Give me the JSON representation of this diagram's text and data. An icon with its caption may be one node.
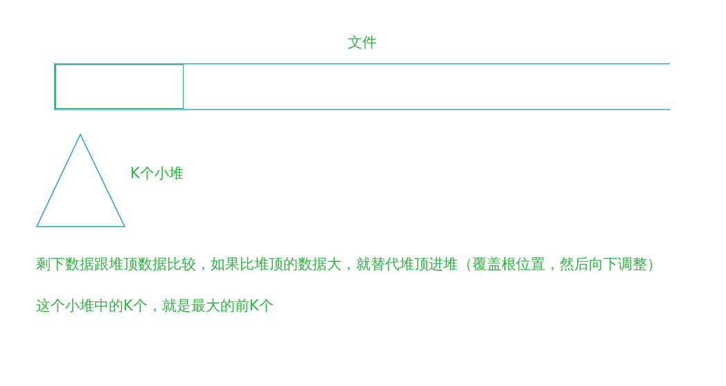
{
  "diagram": {
    "nodes": [
      {
        "text": [
          "文件"
        ]
      },
      {
        "text": [],
        "shape": "box",
        "in": 0
      },
      {
        "text": [
          "K个小堆"
        ]
      }
    ],
    "labels": [
      "剩下数据跟堆顶数据比较，如果比堆顶的数据大，就替代堆顶进堆（覆盖根位置，然后向下调整）",
      "这个小堆中的K个，就是最大的前K个"
    ]
  }
}
